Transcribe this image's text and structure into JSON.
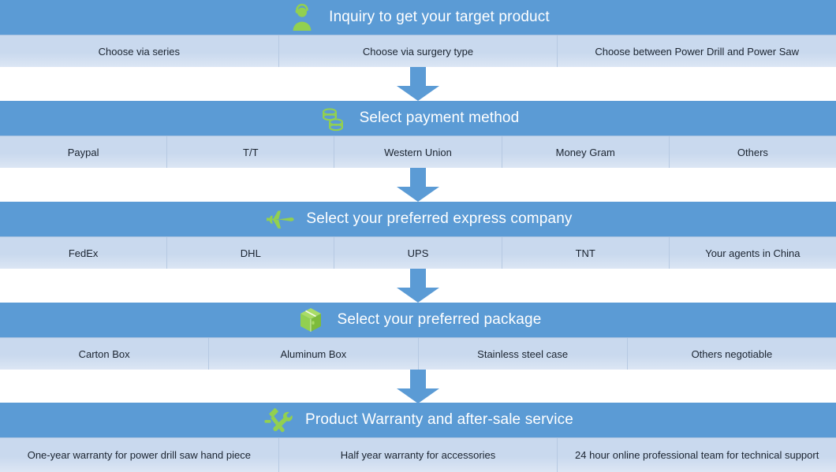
{
  "theme": {
    "header_bg": "#5B9BD5",
    "option_bg": "#C9D9EE",
    "icon_color": "#92D050",
    "title_color": "#FFFFFF",
    "option_text_color": "#1B2430",
    "arrow_color": "#5B9BD5",
    "page_bg": "#FFFFFF"
  },
  "steps": [
    {
      "icon": "customer-service-person-icon",
      "title": "Inquiry to get your target product",
      "options": [
        "Choose via series",
        "Choose via surgery type",
        "Choose  between Power Drill and Power Saw"
      ]
    },
    {
      "icon": "coins-stack-icon",
      "title": "Select payment method",
      "options": [
        "Paypal",
        "T/T",
        "Western Union",
        "Money Gram",
        "Others"
      ]
    },
    {
      "icon": "airplane-icon",
      "title": "Select your preferred express company",
      "options": [
        "FedEx",
        "DHL",
        "UPS",
        "TNT",
        "Your agents in China"
      ]
    },
    {
      "icon": "package-box-icon",
      "title": "Select your preferred package",
      "options": [
        "Carton Box",
        "Aluminum Box",
        "Stainless steel case",
        "Others negotiable"
      ]
    },
    {
      "icon": "hammer-wrench-tools-icon",
      "title": "Product Warranty and after-sale service",
      "options": [
        "One-year warranty for power drill saw hand piece",
        "Half year warranty for accessories",
        "24 hour online professional team for technical support"
      ]
    }
  ],
  "connectors": [
    {
      "name": "arrow-step1-to-step2"
    },
    {
      "name": "arrow-step2-to-step3"
    },
    {
      "name": "arrow-step3-to-step4"
    },
    {
      "name": "arrow-step4-to-step5"
    }
  ]
}
